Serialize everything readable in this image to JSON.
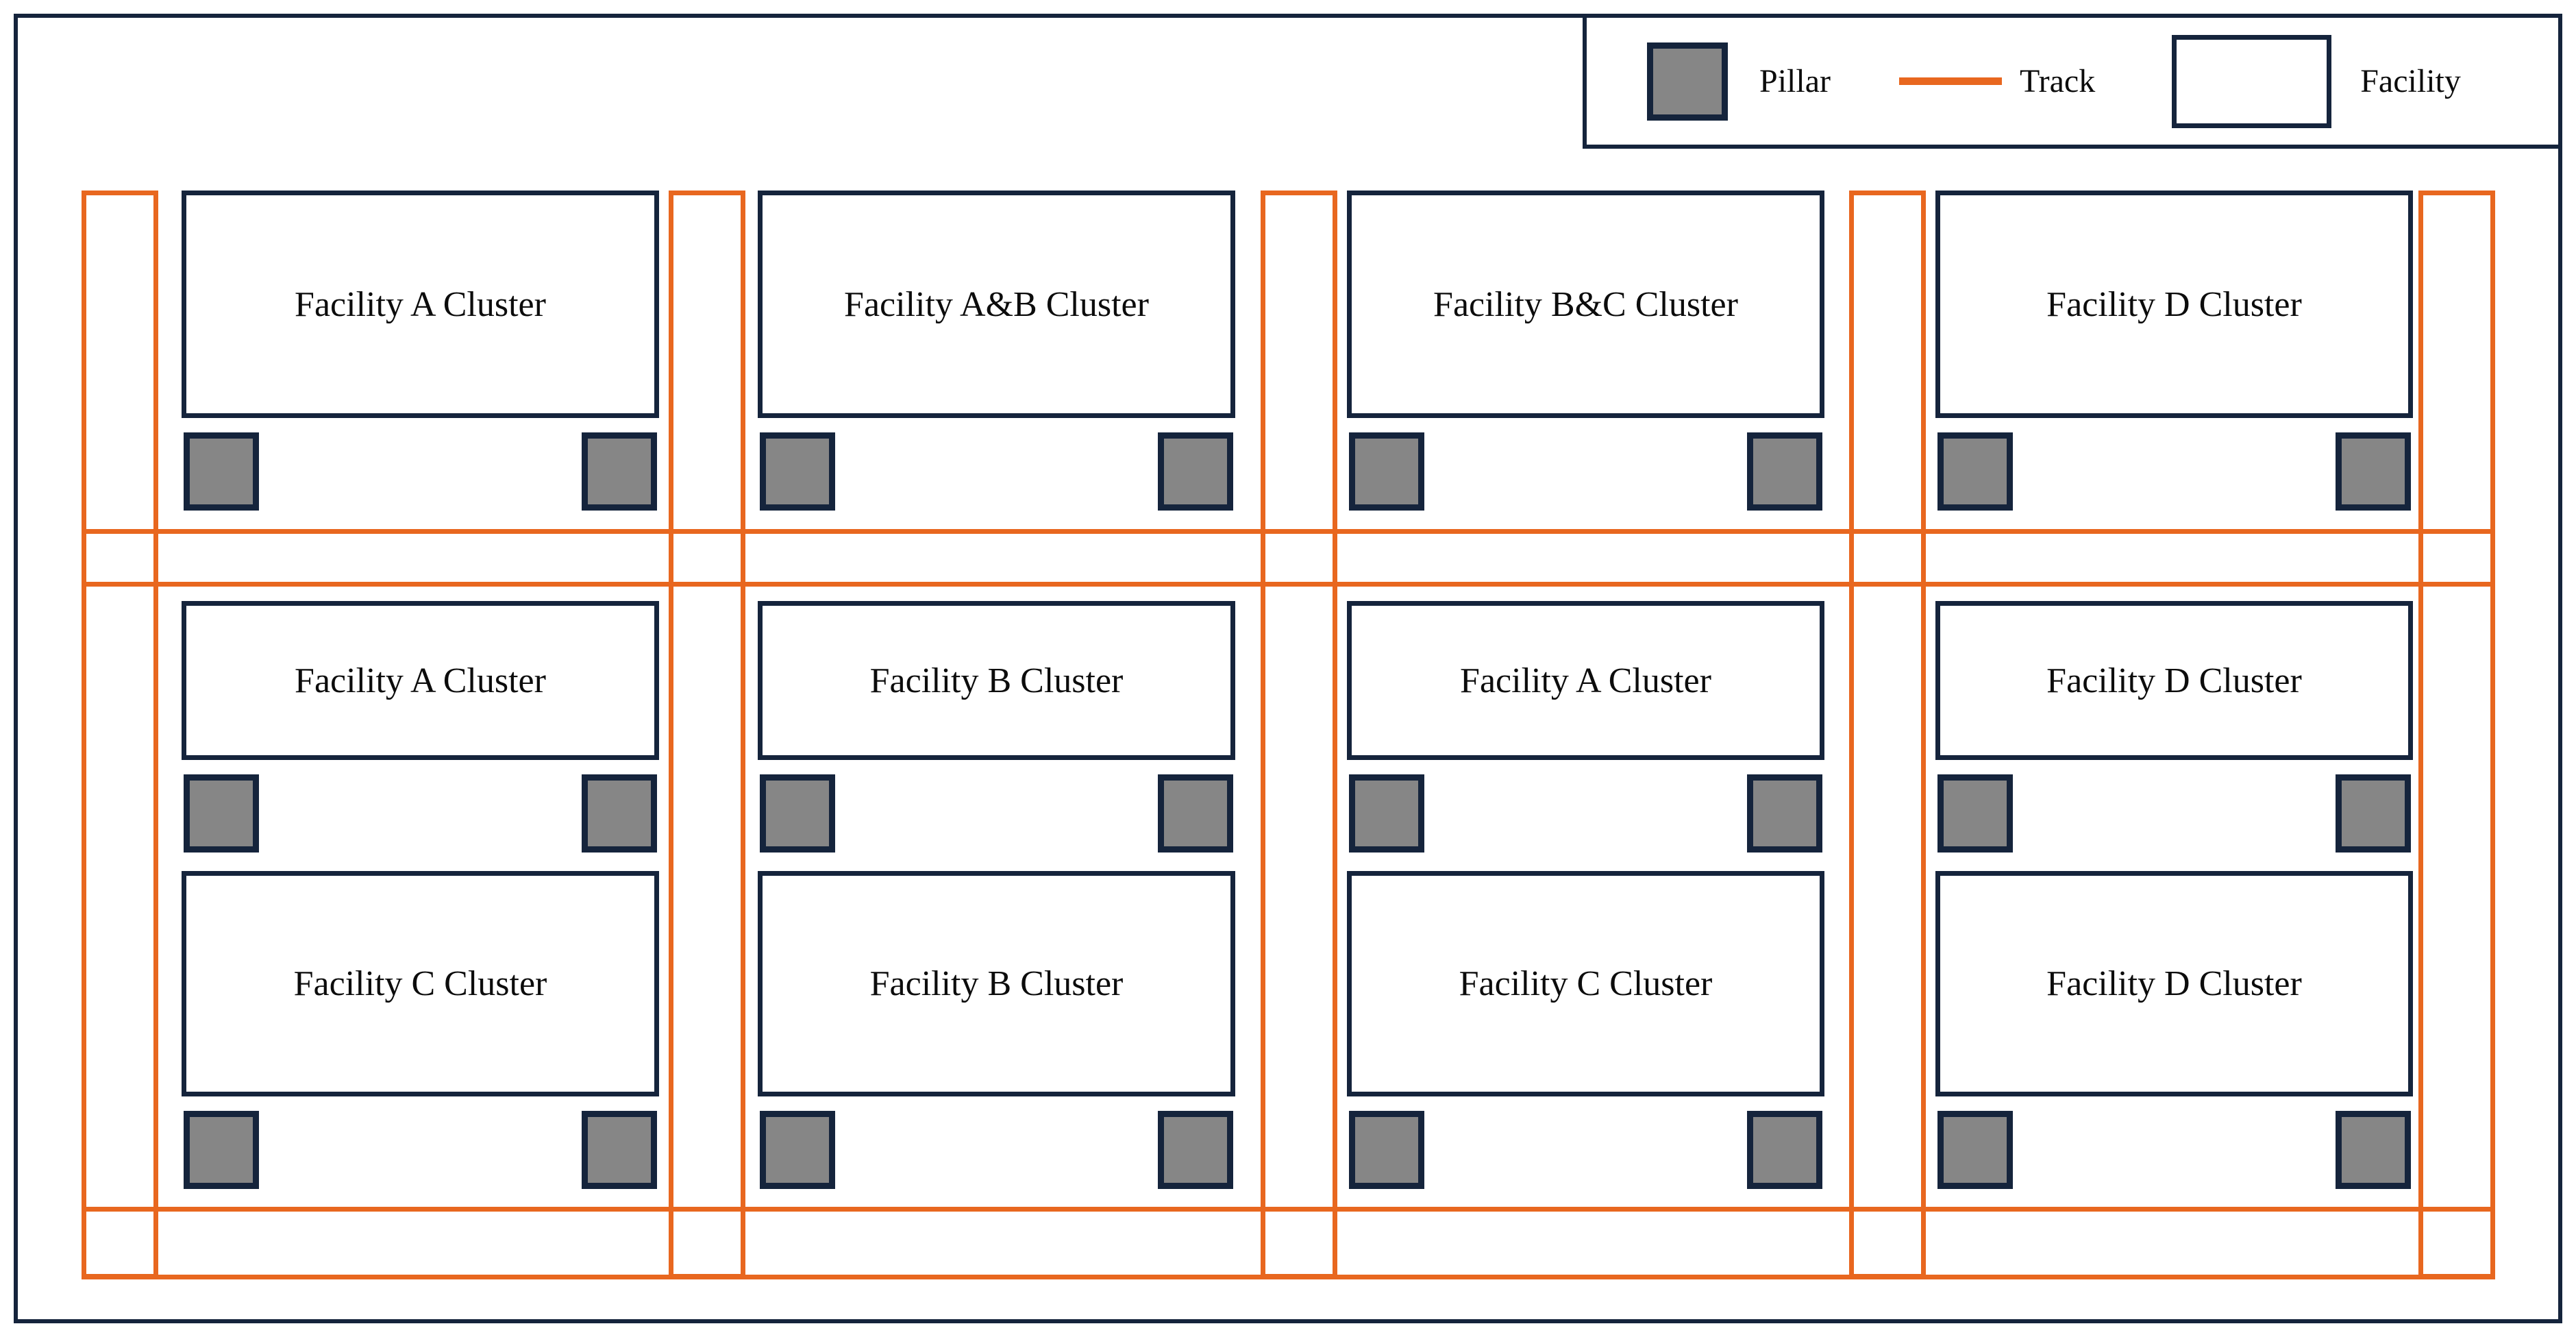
{
  "legend": {
    "items": [
      {
        "swatch": "pillar-swatch",
        "label": "Pillar"
      },
      {
        "swatch": "track-swatch",
        "label": "Track"
      },
      {
        "swatch": "facility-swatch",
        "label": "Facility"
      }
    ]
  },
  "grid": {
    "columns": 4,
    "rows": [
      {
        "cells": [
          "Facility A Cluster",
          "Facility A&B Cluster",
          "Facility B&C Cluster",
          "Facility D Cluster"
        ]
      },
      {
        "cells": [
          "Facility A Cluster",
          "Facility B Cluster",
          "Facility A Cluster",
          "Facility D Cluster"
        ]
      },
      {
        "cells": [
          "Facility C Cluster",
          "Facility B Cluster",
          "Facility C Cluster",
          "Facility D Cluster"
        ]
      }
    ],
    "pillars_per_facility": 2,
    "vertical_tracks": 5,
    "horizontal_tracks": 2
  },
  "colors": {
    "outline": "#15243c",
    "track": "#e8671f",
    "pillar": "#868686",
    "paper": "#ffffff"
  }
}
